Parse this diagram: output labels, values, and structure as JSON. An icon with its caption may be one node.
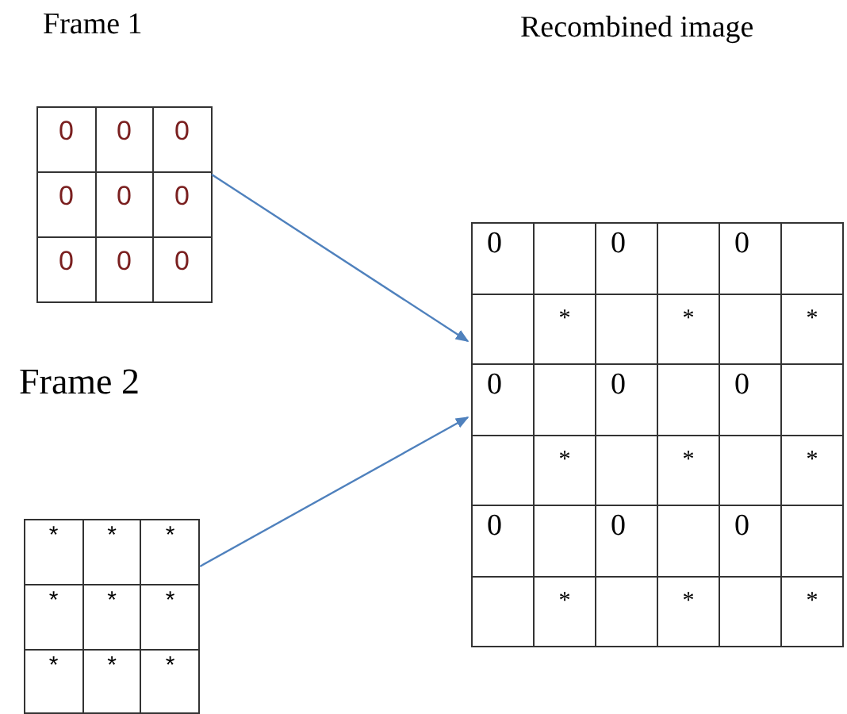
{
  "diagram": {
    "nodes": [
      {
        "text": [
          "Frame 1",
          "0",
          "0",
          "0",
          "0",
          "0",
          "0",
          "0",
          "0",
          "0"
        ]
      },
      {
        "text": [
          "Recombined image",
          "0",
          "0",
          "0",
          "*",
          "*",
          "*",
          "0",
          "0",
          "0",
          "*",
          "*",
          "*",
          "0",
          "0",
          "0",
          "*",
          "*",
          "*"
        ]
      },
      {
        "text": [
          "Frame 2",
          "*",
          "*",
          "*",
          "*",
          "*",
          "*",
          "*",
          "*",
          "*"
        ]
      }
    ],
    "edges": [
      {
        "from": 0,
        "to": 1,
        "arrow": "to"
      },
      {
        "from": 2,
        "to": 1,
        "arrow": "to"
      }
    ]
  }
}
